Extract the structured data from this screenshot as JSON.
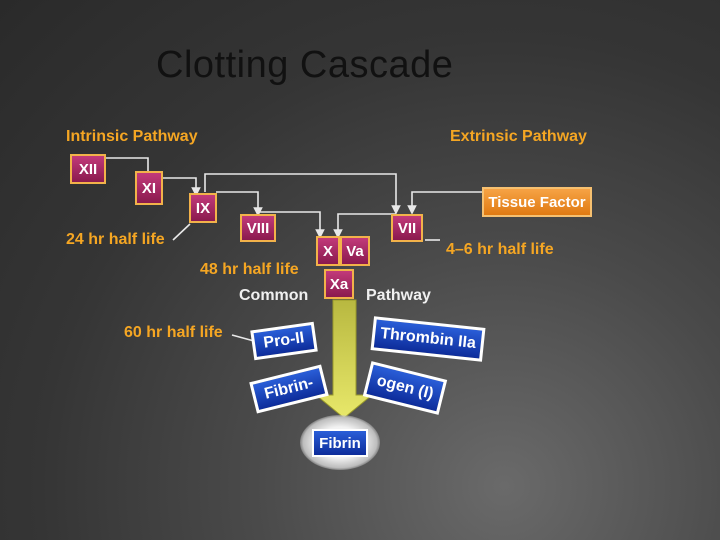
{
  "slide": {
    "title": "Clotting Cascade"
  },
  "labels": {
    "intrinsic": "Intrinsic Pathway",
    "extrinsic": "Extrinsic Pathway",
    "half_life_24": "24 hr half life",
    "half_life_48": "48 hr half life",
    "half_life_4_6": "4–6 hr half life",
    "half_life_60": "60 hr half life",
    "common": "Common",
    "pathway": "Pathway"
  },
  "factors": {
    "xii": "XII",
    "xi": "XI",
    "ix": "IX",
    "viii": "VIII",
    "vii": "VII",
    "tissue_factor": "Tissue Factor",
    "x": "X",
    "va": "Va",
    "xa": "Xa"
  },
  "products": {
    "pro_ii": "Pro-II",
    "thrombin": "Thrombin IIa",
    "fibrin_dash": "Fibrin-",
    "ogen": "ogen (I)",
    "fibrin": "Fibrin"
  }
}
